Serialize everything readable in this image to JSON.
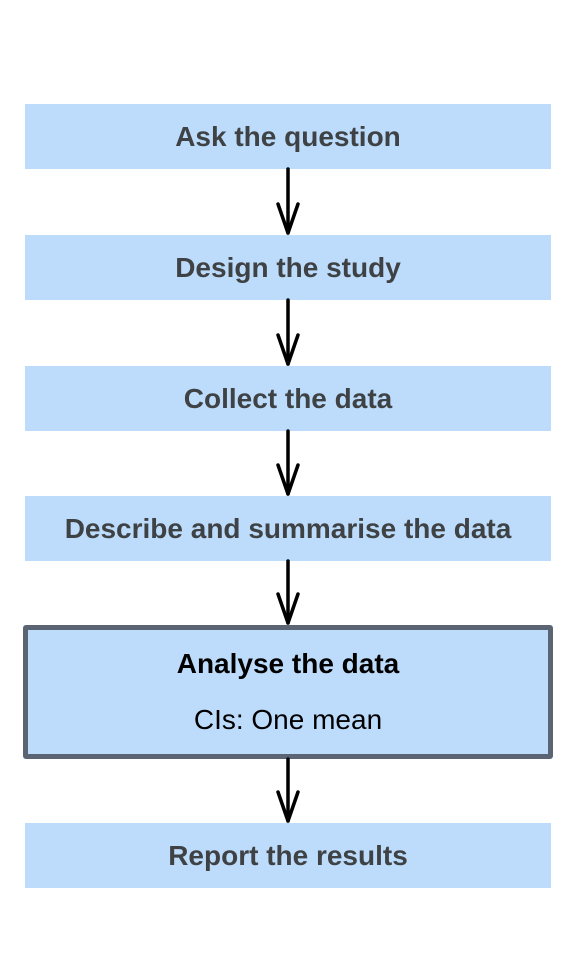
{
  "steps": [
    {
      "label": "Ask the question"
    },
    {
      "label": "Design the study"
    },
    {
      "label": "Collect the data"
    },
    {
      "label": "Describe and summarise the data"
    },
    {
      "label": "Analyse the data",
      "sublabel": "CIs: One mean",
      "highlighted": true
    },
    {
      "label": "Report the results"
    }
  ],
  "colors": {
    "box_fill": "#bddcfc",
    "box_text": "#3f4245",
    "highlight_border": "#5a6472",
    "arrow": "#000000"
  }
}
